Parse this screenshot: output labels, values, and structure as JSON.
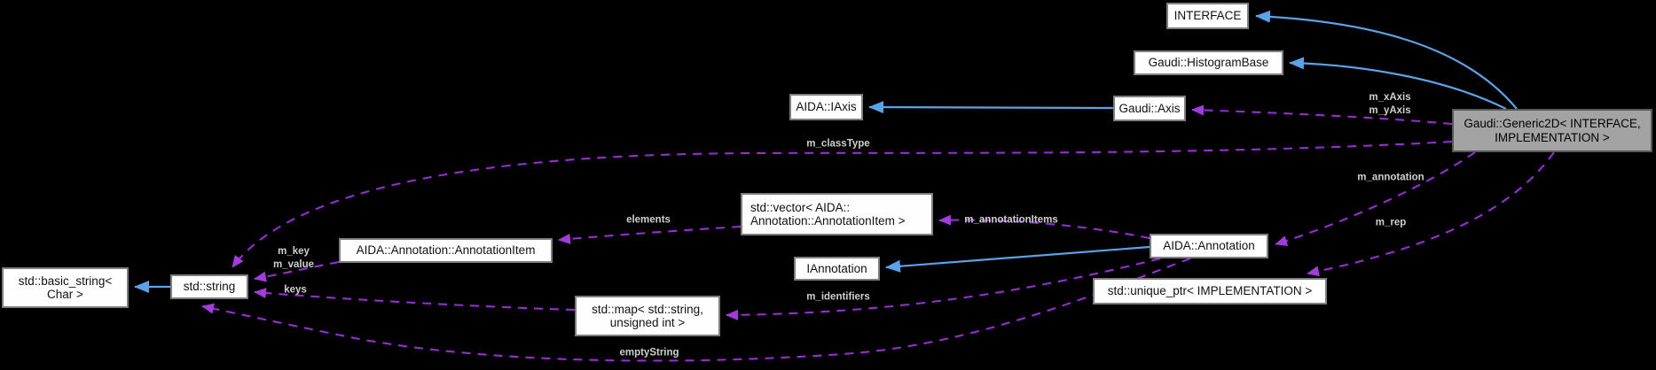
{
  "nodes": {
    "interface": {
      "label": "INTERFACE"
    },
    "histogram_base": {
      "label": "Gaudi::HistogramBase"
    },
    "aida_iaxis": {
      "label": "AIDA::IAxis"
    },
    "gaudi_axis": {
      "label": "Gaudi::Axis"
    },
    "generic2d": {
      "label": "Gaudi::Generic2D< INTERFACE,\nIMPLEMENTATION >"
    },
    "vector_annotation_item": {
      "label": "std::vector< AIDA::\nAnnotation::AnnotationItem >"
    },
    "annotation_item": {
      "label": "AIDA::Annotation::AnnotationItem"
    },
    "iannotation": {
      "label": "IAnnotation"
    },
    "aida_annotation": {
      "label": "AIDA::Annotation"
    },
    "basic_string": {
      "label": "std::basic_string<\nChar >"
    },
    "std_string": {
      "label": "std::string"
    },
    "std_map": {
      "label": "std::map< std::string,\nunsigned int >"
    },
    "unique_ptr": {
      "label": "std::unique_ptr< IMPLEMENTATION >"
    }
  },
  "edge_labels": {
    "m_axes": "m_xAxis\nm_yAxis",
    "m_classType": "m_classType",
    "m_annotation": "m_annotation",
    "m_rep": "m_rep",
    "m_annotationItems": "m_annotationItems",
    "elements": "elements",
    "m_key_value": "m_key\nm_value",
    "keys": "keys",
    "m_identifiers": "m_identifiers",
    "emptyString": "emptyString"
  },
  "colors": {
    "background": "#000000",
    "inheritance_edge": "#5ba3e8",
    "usage_edge": "#982cd6",
    "node_fill": "#fffefe",
    "node_border": "#7e7e7e",
    "highlight_node_fill": "#a3a3a3",
    "node_text": "#111111",
    "edge_label_text": "#cfcfcf"
  }
}
